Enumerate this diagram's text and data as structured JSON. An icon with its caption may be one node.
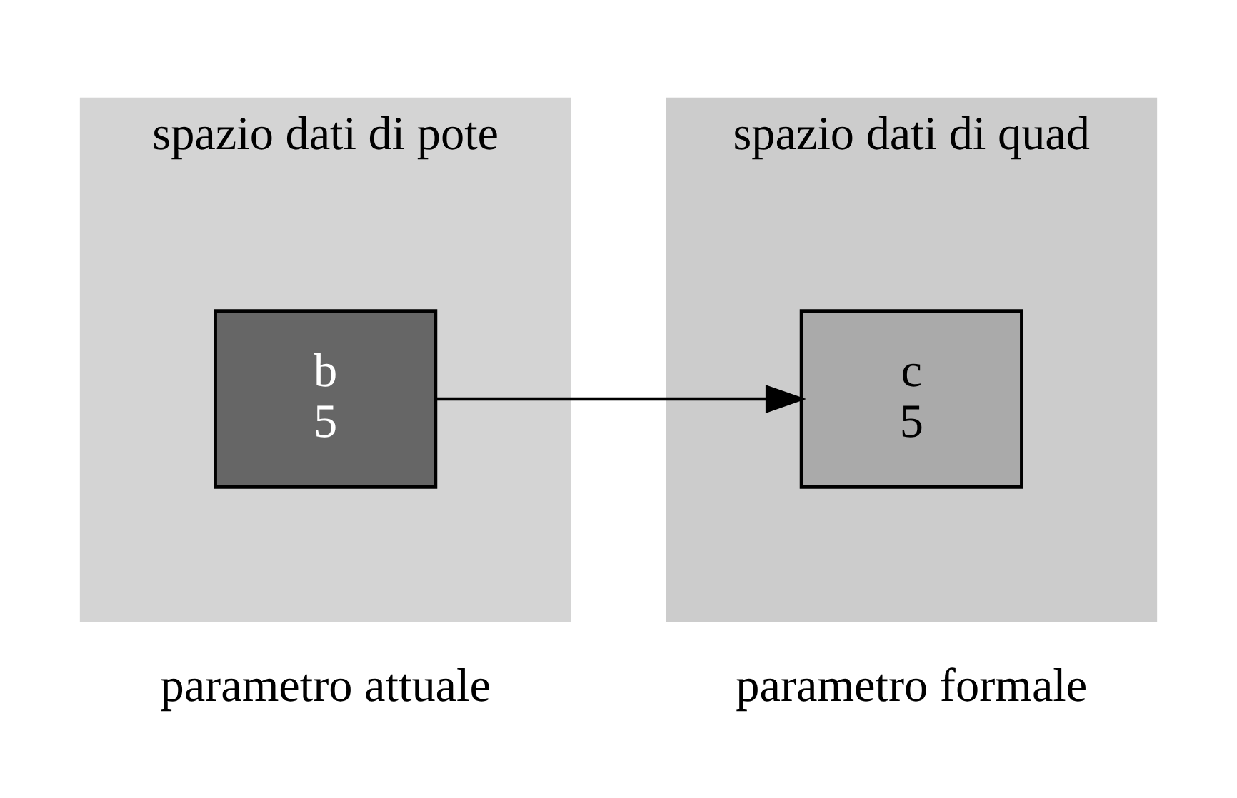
{
  "diagram": {
    "nodes": [
      {
        "text": [
          "spazio dati di pote"
        ],
        "beside": [
          "parametro attuale"
        ]
      },
      {
        "text": [
          "b",
          "5"
        ],
        "in": 0
      },
      {
        "text": [
          "spazio dati di quad"
        ],
        "beside": [
          "parametro formale"
        ]
      },
      {
        "text": [
          "c",
          "5"
        ],
        "in": 2
      }
    ],
    "edges": [
      {
        "from": 1,
        "to": 3,
        "arrow": "to"
      }
    ]
  }
}
